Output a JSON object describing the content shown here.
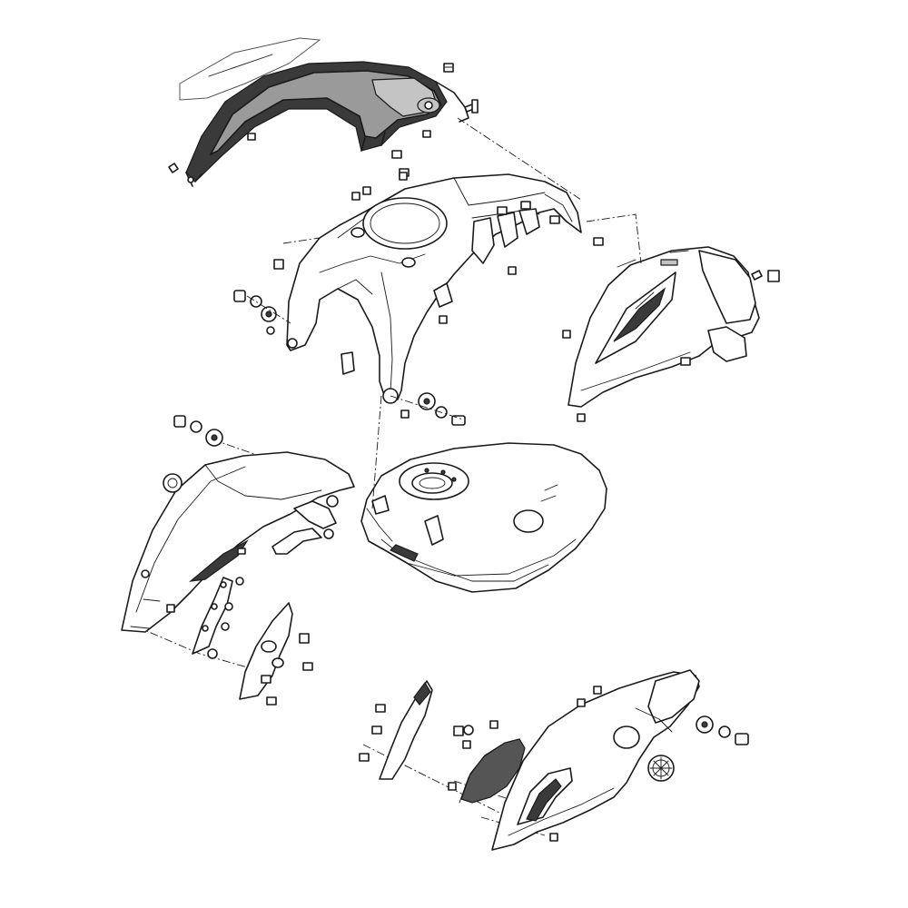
{
  "diagram": {
    "parts": [
      {
        "id": "windscreen",
        "kind": "transparent-panel"
      },
      {
        "id": "upper-fairing-cover",
        "kind": "shaded-panel"
      },
      {
        "id": "tank-cover",
        "kind": "panel"
      },
      {
        "id": "right-side-shroud",
        "kind": "panel"
      },
      {
        "id": "fuel-tank",
        "kind": "panel"
      },
      {
        "id": "left-side-shroud",
        "kind": "panel"
      },
      {
        "id": "lower-cowl",
        "kind": "panel"
      },
      {
        "id": "front-bracket",
        "kind": "bracket"
      },
      {
        "id": "side-bracket",
        "kind": "bracket"
      }
    ],
    "shading": {
      "highlight": "#9a9a9a",
      "light": "#c4c4c4",
      "dark": "#3a3a3a",
      "line": "#1a1a1a"
    }
  }
}
